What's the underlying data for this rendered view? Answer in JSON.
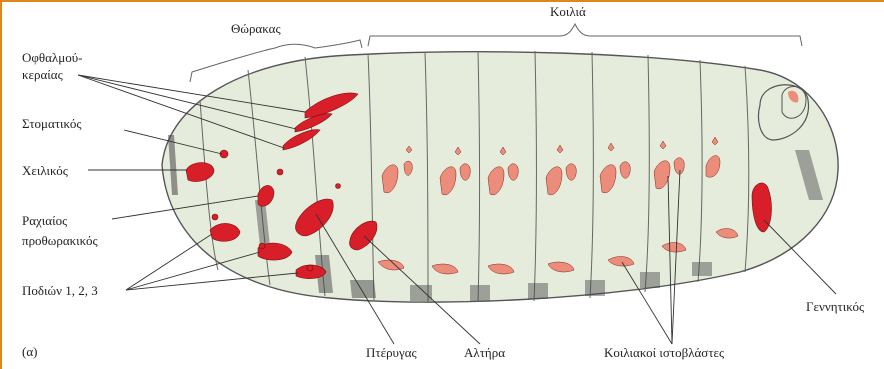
{
  "panel_letter": "(α)",
  "regions": {
    "thorax": "Θώρακας",
    "abdomen": "Κοιλιά"
  },
  "labels": {
    "eye_antenna_line1": "Οφθαλμού-",
    "eye_antenna_line2": "κεραίας",
    "mouth": "Στοματικός",
    "labial": "Χειλικός",
    "prothoracic_line1": "Ραχιαίος",
    "prothoracic_line2": "προθωρακικός",
    "legs": "Ποδιών 1, 2, 3",
    "wing": "Πτέρυγας",
    "haltere": "Αλτήρα",
    "abdominal_histoblasts": "Κοιλιακοί ιστοβλάστες",
    "genital": "Γεννητικός"
  },
  "colors": {
    "body_fill": "#e6ecdc",
    "outline": "#555555",
    "disc_red": "#d81e28",
    "disc_salmon": "#ec8c7a",
    "frame_orange": "#e0871a"
  }
}
